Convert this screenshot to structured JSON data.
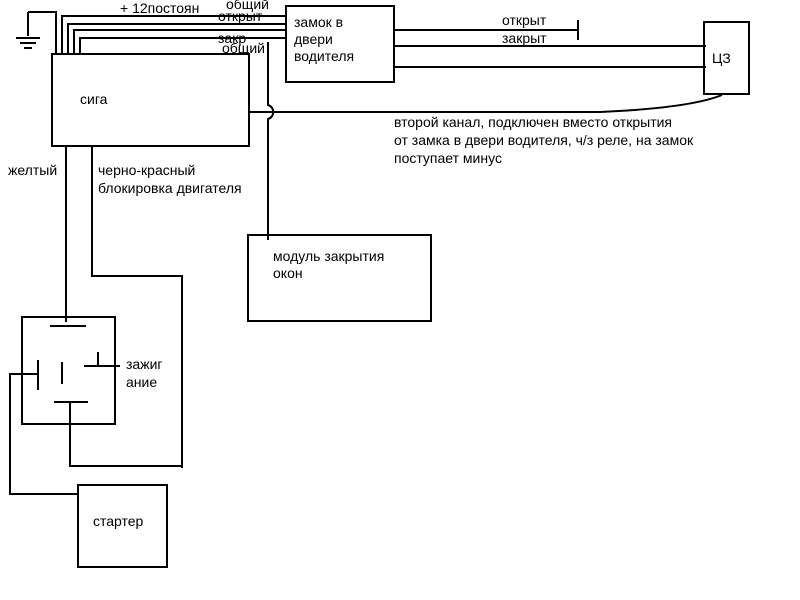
{
  "blocks": {
    "siga": "сига",
    "driver_lock": [
      "замок в",
      "двери",
      "водителя"
    ],
    "central_lock": "ЦЗ",
    "window_module": [
      "модуль закрытия",
      "окон"
    ],
    "starter": "стартер"
  },
  "wire_labels": {
    "plus12": "+ 12постоян",
    "common_top": "общий",
    "open_top": "открыт",
    "close_left": "закр",
    "common_left": "общий",
    "open_right": "открыт",
    "close_right": "закрыт",
    "yellow": "желтый",
    "black_red": "черно-красный",
    "engine_block": "блокировка двигателя",
    "ignition": [
      "зажиг",
      "ание"
    ]
  },
  "notes": {
    "second_channel": [
      "второй канал, подключен вместо открытия",
      "от замка в двери водителя, ч/з реле, на замок",
      "поступает минус"
    ]
  },
  "colors": {
    "line": "#000000",
    "background": "#ffffff"
  }
}
